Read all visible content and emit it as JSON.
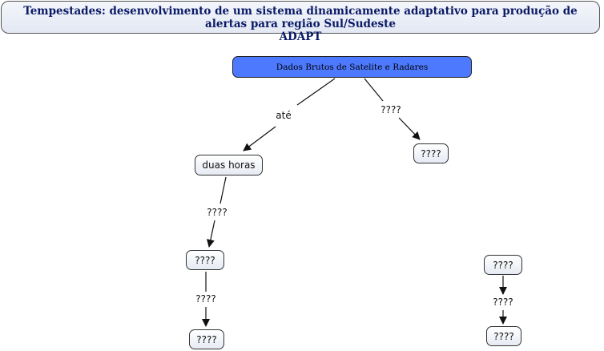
{
  "title": {
    "line1": "Tempestades: desenvolvimento de um sistema dinamicamente adaptativo para produção de alertas para região Sul/Sudeste",
    "line2": "ADAPT"
  },
  "root": {
    "label": "Dados Brutos de Satelite e Radares"
  },
  "nodes": {
    "duas_horas": "duas horas",
    "right_top": "????",
    "left_mid": "????",
    "left_bottom": "????",
    "far_right_top": "????",
    "far_right_bottom": "????"
  },
  "links": {
    "ate": "até",
    "root_right": "????",
    "duas_horas_down": "????",
    "left_mid_down": "????",
    "far_right_down": "????"
  },
  "colors": {
    "root_fill": "#4d79ff",
    "title_text": "#0a1a66",
    "edge": "#111111"
  }
}
